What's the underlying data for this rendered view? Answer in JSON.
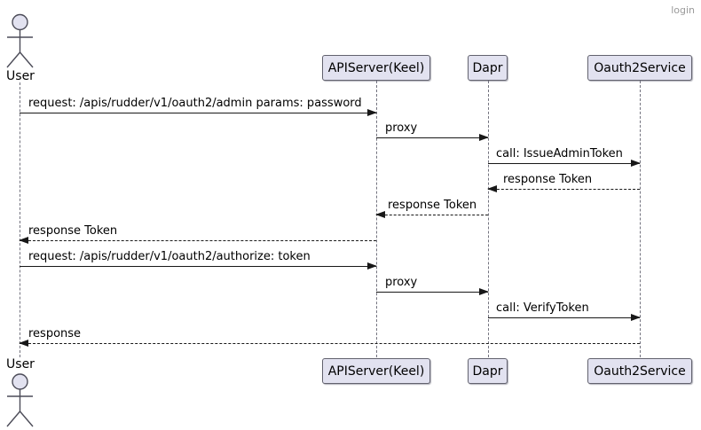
{
  "diagram_title": "login",
  "actor": {
    "top_label": "User",
    "bottom_label": "User"
  },
  "participants": [
    {
      "label": "APIServer(Keel)"
    },
    {
      "label": "Dapr"
    },
    {
      "label": "Oauth2Service"
    }
  ],
  "messages": [
    {
      "label": "request: /apis/rudder/v1/oauth2/admin params: password",
      "from": "User",
      "to": "APIServer(Keel)",
      "line": "solid",
      "direction": "right"
    },
    {
      "label": "proxy",
      "from": "APIServer(Keel)",
      "to": "Dapr",
      "line": "solid",
      "direction": "right"
    },
    {
      "label": "call: IssueAdminToken",
      "from": "Dapr",
      "to": "Oauth2Service",
      "line": "solid",
      "direction": "right"
    },
    {
      "label": "response Token",
      "from": "Oauth2Service",
      "to": "Dapr",
      "line": "dashed",
      "direction": "left"
    },
    {
      "label": "response Token",
      "from": "Dapr",
      "to": "APIServer(Keel)",
      "line": "dashed",
      "direction": "left"
    },
    {
      "label": "response Token",
      "from": "APIServer(Keel)",
      "to": "User",
      "line": "dashed",
      "direction": "left"
    },
    {
      "label": "request: /apis/rudder/v1/oauth2/authorize: token",
      "from": "User",
      "to": "APIServer(Keel)",
      "line": "solid",
      "direction": "right"
    },
    {
      "label": "proxy",
      "from": "APIServer(Keel)",
      "to": "Dapr",
      "line": "solid",
      "direction": "right"
    },
    {
      "label": "call: VerifyToken",
      "from": "Dapr",
      "to": "Oauth2Service",
      "line": "solid",
      "direction": "right"
    },
    {
      "label": "response",
      "from": "Oauth2Service",
      "to": "User",
      "line": "dashed",
      "direction": "left"
    }
  ],
  "colors": {
    "participant_fill": "#E2E2F0",
    "participant_border": "#62626e",
    "message_line": "#181818",
    "lifeline": "#73737f",
    "title_text": "#9a9a9a",
    "label_text": "#000000"
  }
}
